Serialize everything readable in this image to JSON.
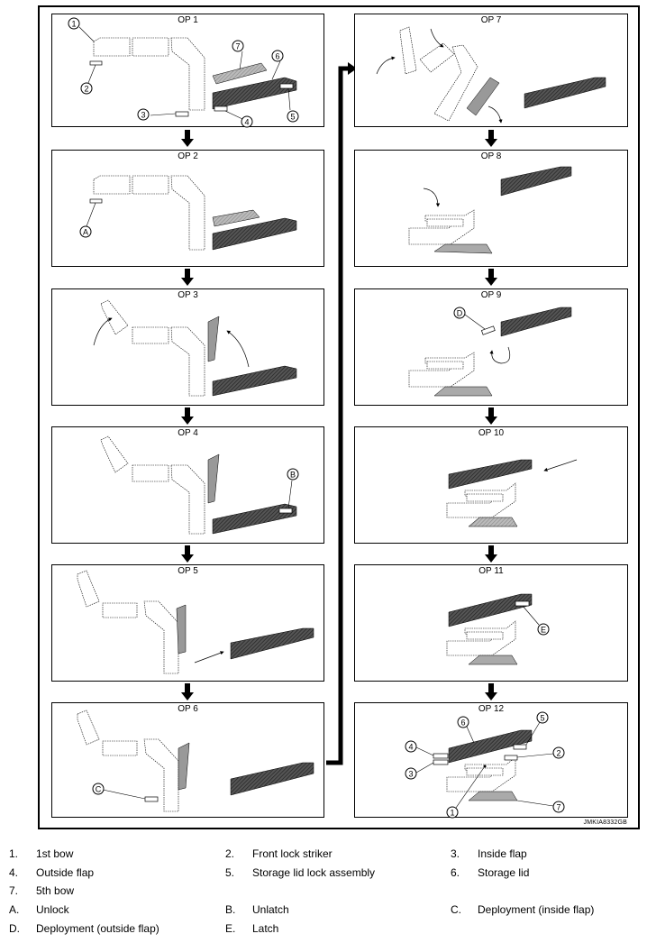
{
  "panels": [
    {
      "title": "OP 1"
    },
    {
      "title": "OP 2"
    },
    {
      "title": "OP 3"
    },
    {
      "title": "OP 4"
    },
    {
      "title": "OP 5"
    },
    {
      "title": "OP 6"
    },
    {
      "title": "OP 7"
    },
    {
      "title": "OP 8"
    },
    {
      "title": "OP 9"
    },
    {
      "title": "OP 10"
    },
    {
      "title": "OP 11"
    },
    {
      "title": "OP 12"
    }
  ],
  "callouts": {
    "n1": "1",
    "n2": "2",
    "n3": "3",
    "n4": "4",
    "n5": "5",
    "n6": "6",
    "n7": "7",
    "A": "A",
    "B": "B",
    "C": "C",
    "D": "D",
    "E": "E"
  },
  "figure_code": "JMKIA8332GB",
  "legend": [
    {
      "key": "1.",
      "text": "1st bow"
    },
    {
      "key": "2.",
      "text": "Front lock striker"
    },
    {
      "key": "3.",
      "text": "Inside flap"
    },
    {
      "key": "4.",
      "text": "Outside flap"
    },
    {
      "key": "5.",
      "text": "Storage lid lock assembly"
    },
    {
      "key": "6.",
      "text": "Storage lid"
    },
    {
      "key": "7.",
      "text": "5th bow"
    },
    {
      "key": "A.",
      "text": "Unlock"
    },
    {
      "key": "B.",
      "text": "Unlatch"
    },
    {
      "key": "C.",
      "text": "Deployment (inside flap)"
    },
    {
      "key": "D.",
      "text": "Deployment (outside flap)"
    },
    {
      "key": "E.",
      "text": "Latch"
    }
  ]
}
